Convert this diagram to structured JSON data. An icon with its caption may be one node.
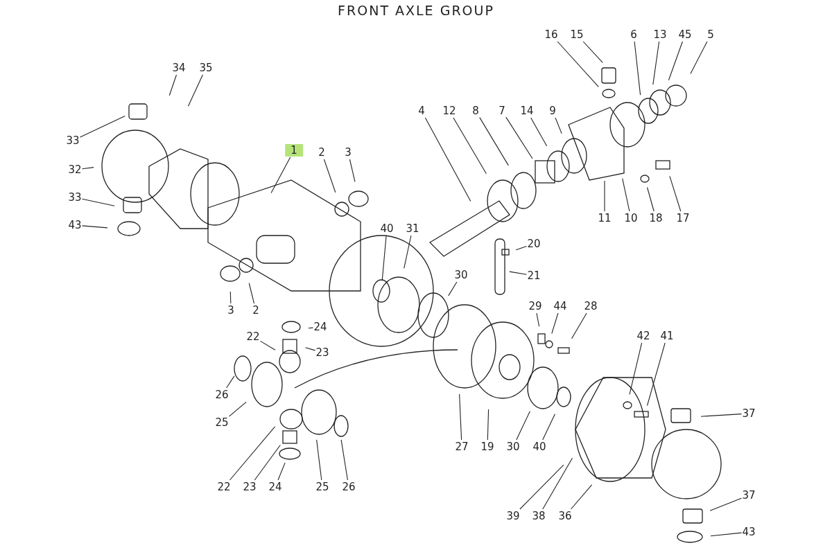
{
  "diagram": {
    "title": "FRONT AXLE GROUP",
    "nodes": [
      {
        "text": [
          "16"
        ]
      },
      {
        "text": [
          "15"
        ]
      },
      {
        "text": [
          "6"
        ]
      },
      {
        "text": [
          "13"
        ]
      },
      {
        "text": [
          "45"
        ]
      },
      {
        "text": [
          "5"
        ]
      },
      {
        "text": [
          "34"
        ]
      },
      {
        "text": [
          "35"
        ]
      },
      {
        "text": [
          "33"
        ]
      },
      {
        "text": [
          "4"
        ]
      },
      {
        "text": [
          "12"
        ]
      },
      {
        "text": [
          "8"
        ]
      },
      {
        "text": [
          "7"
        ]
      },
      {
        "text": [
          "14"
        ]
      },
      {
        "text": [
          "9"
        ]
      },
      {
        "text": [
          "1"
        ]
      },
      {
        "text": [
          "2"
        ]
      },
      {
        "text": [
          "3"
        ]
      },
      {
        "text": [
          "32"
        ]
      },
      {
        "text": [
          "33"
        ]
      },
      {
        "text": [
          "43"
        ]
      },
      {
        "text": [
          "11"
        ]
      },
      {
        "text": [
          "10"
        ]
      },
      {
        "text": [
          "18"
        ]
      },
      {
        "text": [
          "17"
        ]
      },
      {
        "text": [
          "40"
        ]
      },
      {
        "text": [
          "31"
        ]
      },
      {
        "text": [
          "20"
        ]
      },
      {
        "text": [
          "21"
        ]
      },
      {
        "text": [
          "3"
        ]
      },
      {
        "text": [
          "2"
        ]
      },
      {
        "text": [
          "30"
        ]
      },
      {
        "text": [
          "24"
        ]
      },
      {
        "text": [
          "29"
        ]
      },
      {
        "text": [
          "44"
        ]
      },
      {
        "text": [
          "28"
        ]
      },
      {
        "text": [
          "22"
        ]
      },
      {
        "text": [
          "23"
        ]
      },
      {
        "text": [
          "42"
        ]
      },
      {
        "text": [
          "41"
        ]
      },
      {
        "text": [
          "26"
        ]
      },
      {
        "text": [
          "37"
        ]
      },
      {
        "text": [
          "25"
        ]
      },
      {
        "text": [
          "22"
        ]
      },
      {
        "text": [
          "23"
        ]
      },
      {
        "text": [
          "24"
        ]
      },
      {
        "text": [
          "25"
        ]
      },
      {
        "text": [
          "26"
        ]
      },
      {
        "text": [
          "27"
        ]
      },
      {
        "text": [
          "19"
        ]
      },
      {
        "text": [
          "30"
        ]
      },
      {
        "text": [
          "40"
        ]
      },
      {
        "text": [
          "39"
        ]
      },
      {
        "text": [
          "38"
        ]
      },
      {
        "text": [
          "36"
        ]
      },
      {
        "text": [
          "37"
        ]
      },
      {
        "text": [
          "43"
        ]
      }
    ],
    "edges": [
      {
        "from": 0,
        "to": null,
        "arrow": "none"
      },
      {
        "from": 1,
        "to": null,
        "arrow": "none"
      },
      {
        "from": 2,
        "to": null,
        "arrow": "none"
      },
      {
        "from": 3,
        "to": null,
        "arrow": "none"
      },
      {
        "from": 4,
        "to": null,
        "arrow": "none"
      },
      {
        "from": 5,
        "to": null,
        "arrow": "none"
      },
      {
        "from": 6,
        "to": null,
        "arrow": "none"
      },
      {
        "from": 7,
        "to": null,
        "arrow": "none"
      },
      {
        "from": 8,
        "to": null,
        "arrow": "none"
      },
      {
        "from": 9,
        "to": null,
        "arrow": "none"
      },
      {
        "from": 10,
        "to": null,
        "arrow": "none"
      },
      {
        "from": 11,
        "to": null,
        "arrow": "none"
      },
      {
        "from": 12,
        "to": null,
        "arrow": "none"
      },
      {
        "from": 13,
        "to": null,
        "arrow": "none"
      },
      {
        "from": 14,
        "to": null,
        "arrow": "none"
      },
      {
        "from": 15,
        "to": null,
        "arrow": "none"
      },
      {
        "from": 16,
        "to": null,
        "arrow": "none"
      },
      {
        "from": 17,
        "to": null,
        "arrow": "none"
      },
      {
        "from": 18,
        "to": null,
        "arrow": "none"
      },
      {
        "from": 19,
        "to": null,
        "arrow": "none"
      },
      {
        "from": 20,
        "to": null,
        "arrow": "none"
      },
      {
        "from": 21,
        "to": null,
        "arrow": "none"
      },
      {
        "from": 22,
        "to": null,
        "arrow": "none"
      },
      {
        "from": 23,
        "to": null,
        "arrow": "none"
      },
      {
        "from": 24,
        "to": null,
        "arrow": "none"
      },
      {
        "from": 25,
        "to": null,
        "arrow": "none"
      },
      {
        "from": 26,
        "to": null,
        "arrow": "none"
      },
      {
        "from": 27,
        "to": null,
        "arrow": "none"
      },
      {
        "from": 28,
        "to": null,
        "arrow": "none"
      },
      {
        "from": 29,
        "to": null,
        "arrow": "none"
      },
      {
        "from": 30,
        "to": null,
        "arrow": "none"
      },
      {
        "from": 31,
        "to": null,
        "arrow": "none"
      },
      {
        "from": 32,
        "to": null,
        "arrow": "none"
      },
      {
        "from": 33,
        "to": null,
        "arrow": "none"
      },
      {
        "from": 34,
        "to": null,
        "arrow": "none"
      },
      {
        "from": 35,
        "to": null,
        "arrow": "none"
      },
      {
        "from": 36,
        "to": null,
        "arrow": "none"
      },
      {
        "from": 37,
        "to": null,
        "arrow": "none"
      },
      {
        "from": 38,
        "to": null,
        "arrow": "none"
      },
      {
        "from": 39,
        "to": null,
        "arrow": "none"
      },
      {
        "from": 40,
        "to": null,
        "arrow": "none"
      },
      {
        "from": 41,
        "to": null,
        "arrow": "none"
      },
      {
        "from": 42,
        "to": null,
        "arrow": "none"
      },
      {
        "from": 43,
        "to": null,
        "arrow": "none"
      },
      {
        "from": 44,
        "to": null,
        "arrow": "none"
      },
      {
        "from": 45,
        "to": null,
        "arrow": "none"
      },
      {
        "from": 46,
        "to": null,
        "arrow": "none"
      },
      {
        "from": 47,
        "to": null,
        "arrow": "none"
      },
      {
        "from": 48,
        "to": null,
        "arrow": "none"
      },
      {
        "from": 49,
        "to": null,
        "arrow": "none"
      },
      {
        "from": 50,
        "to": null,
        "arrow": "none"
      },
      {
        "from": 51,
        "to": null,
        "arrow": "none"
      },
      {
        "from": 52,
        "to": null,
        "arrow": "none"
      },
      {
        "from": 53,
        "to": null,
        "arrow": "none"
      },
      {
        "from": 54,
        "to": null,
        "arrow": "none"
      },
      {
        "from": 55,
        "to": null,
        "arrow": "none"
      },
      {
        "from": 56,
        "to": null,
        "arrow": "none"
      }
    ]
  }
}
